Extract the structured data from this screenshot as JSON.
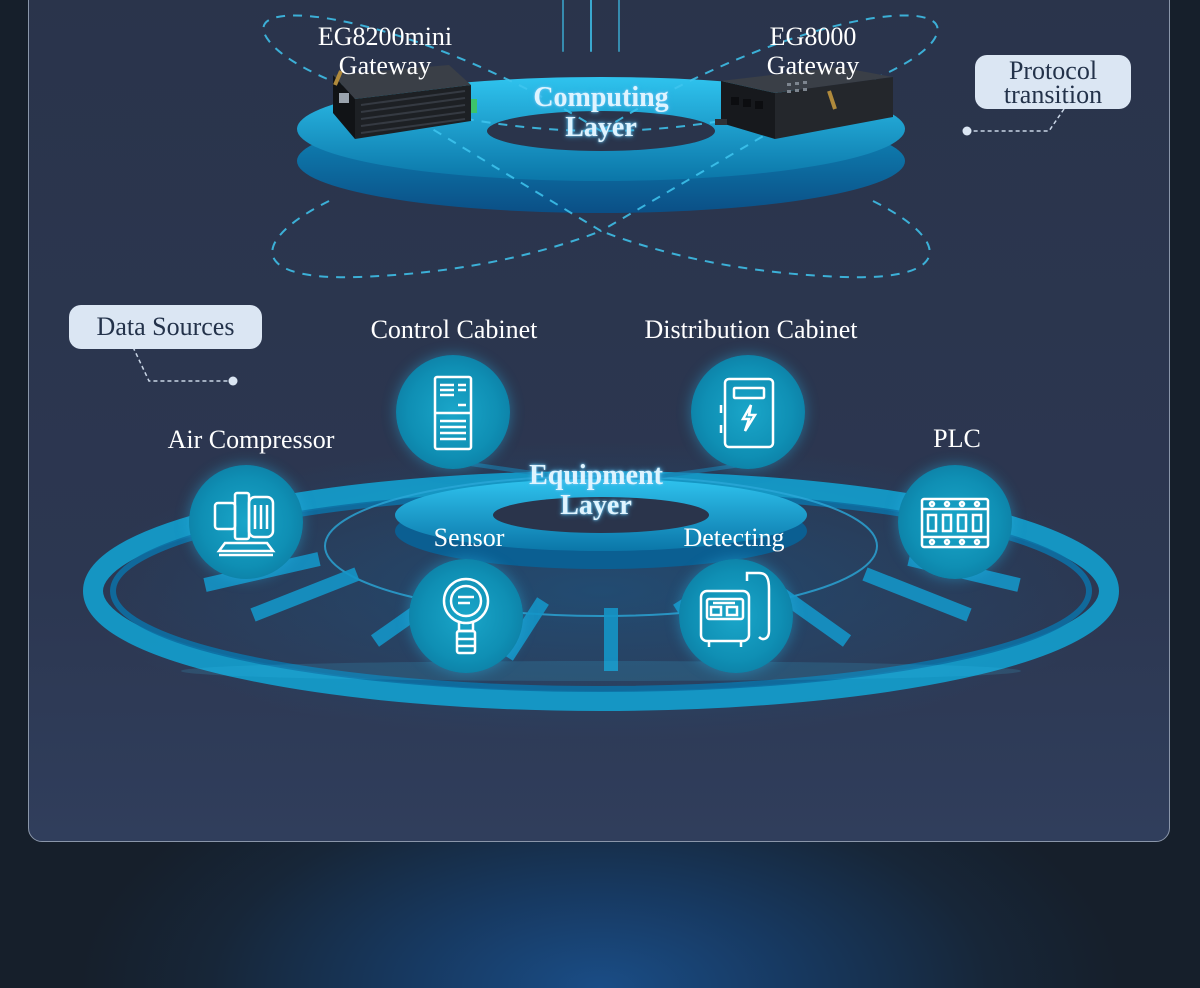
{
  "computing_layer": {
    "title_line1": "Computing",
    "title_line2": "Layer",
    "gateway_left": {
      "line1": "EG8200mini",
      "line2": "Gateway"
    },
    "gateway_right": {
      "line1": "EG8000",
      "line2": "Gateway"
    }
  },
  "equipment_layer": {
    "title_line1": "Equipment",
    "title_line2": "Layer",
    "devices": [
      {
        "label": "Control Cabinet",
        "icon": "control-cabinet-icon"
      },
      {
        "label": "Distribution Cabinet",
        "icon": "distribution-cabinet-icon"
      },
      {
        "label": "Air Compressor",
        "icon": "air-compressor-icon"
      },
      {
        "label": "PLC",
        "icon": "plc-icon"
      },
      {
        "label": "Sensor",
        "icon": "sensor-icon"
      },
      {
        "label": "Detecting",
        "icon": "detecting-icon"
      }
    ]
  },
  "tags": {
    "protocol_line1": "Protocol",
    "protocol_line2": "transition",
    "data_sources": "Data Sources"
  },
  "colors": {
    "accent": "#1aa6c9",
    "glow": "#3fc6f0",
    "panel": "#2c3751",
    "tag_bg": "#dbe6f3"
  }
}
